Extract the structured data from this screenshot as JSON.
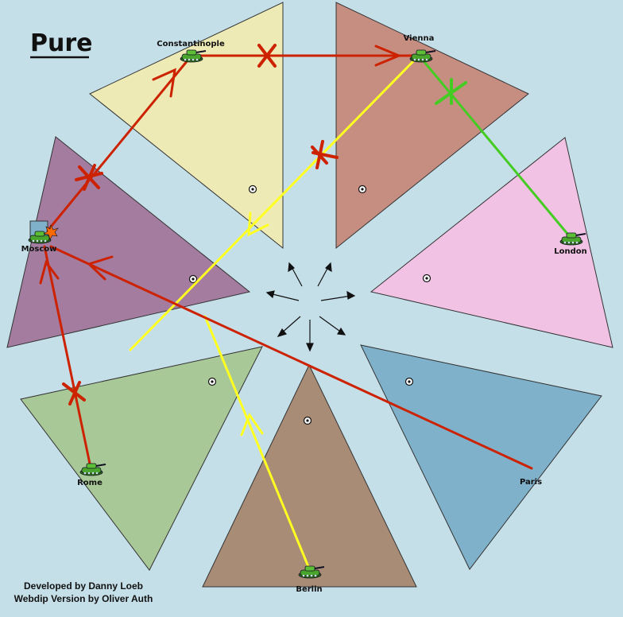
{
  "title": "Pure",
  "credits": {
    "line1": "Developed by Danny Loeb",
    "line2": "Webdip Version by Oliver Auth"
  },
  "background_color": "#c5dfe9",
  "provinces": [
    {
      "id": "constantinople",
      "name": "Constantinople",
      "color": "#eeeab5"
    },
    {
      "id": "vienna",
      "name": "Vienna",
      "color": "#c68d81"
    },
    {
      "id": "london",
      "name": "London",
      "color": "#f1c2e3"
    },
    {
      "id": "paris",
      "name": "Paris",
      "color": "#7fb2ca"
    },
    {
      "id": "berlin",
      "name": "Berlin",
      "color": "#a98c76"
    },
    {
      "id": "rome",
      "name": "Rome",
      "color": "#a8c898"
    },
    {
      "id": "moscow",
      "name": "Moscow",
      "color": "#a47c9f"
    }
  ],
  "units": [
    {
      "province": "constantinople",
      "type": "army-icon"
    },
    {
      "province": "vienna",
      "type": "army-icon"
    },
    {
      "province": "london",
      "type": "army-icon"
    },
    {
      "province": "moscow",
      "type": "army-icon",
      "status": "dislodged-burst-icon"
    },
    {
      "province": "rome",
      "type": "army-icon"
    },
    {
      "province": "berlin",
      "type": "army-icon"
    }
  ],
  "orders": [
    {
      "from": "constantinople",
      "to": "vienna",
      "color": "#cc2200",
      "failed": true
    },
    {
      "from": "moscow",
      "to": "constantinople",
      "color": "#cc2200",
      "failed": true
    },
    {
      "from": "rome",
      "to": "moscow",
      "color": "#cc2200",
      "failed": true
    },
    {
      "from": "paris",
      "to": "moscow",
      "color": "#cc2200",
      "failed": false
    },
    {
      "from": "vienna",
      "to": "moscow",
      "color": "#ffff22",
      "failed": true
    },
    {
      "from": "berlin",
      "to": "moscow",
      "color": "#ffff22",
      "failed": false
    },
    {
      "from": "london",
      "to": "vienna",
      "color": "#44cc22",
      "type": "support",
      "cut": true
    }
  ]
}
